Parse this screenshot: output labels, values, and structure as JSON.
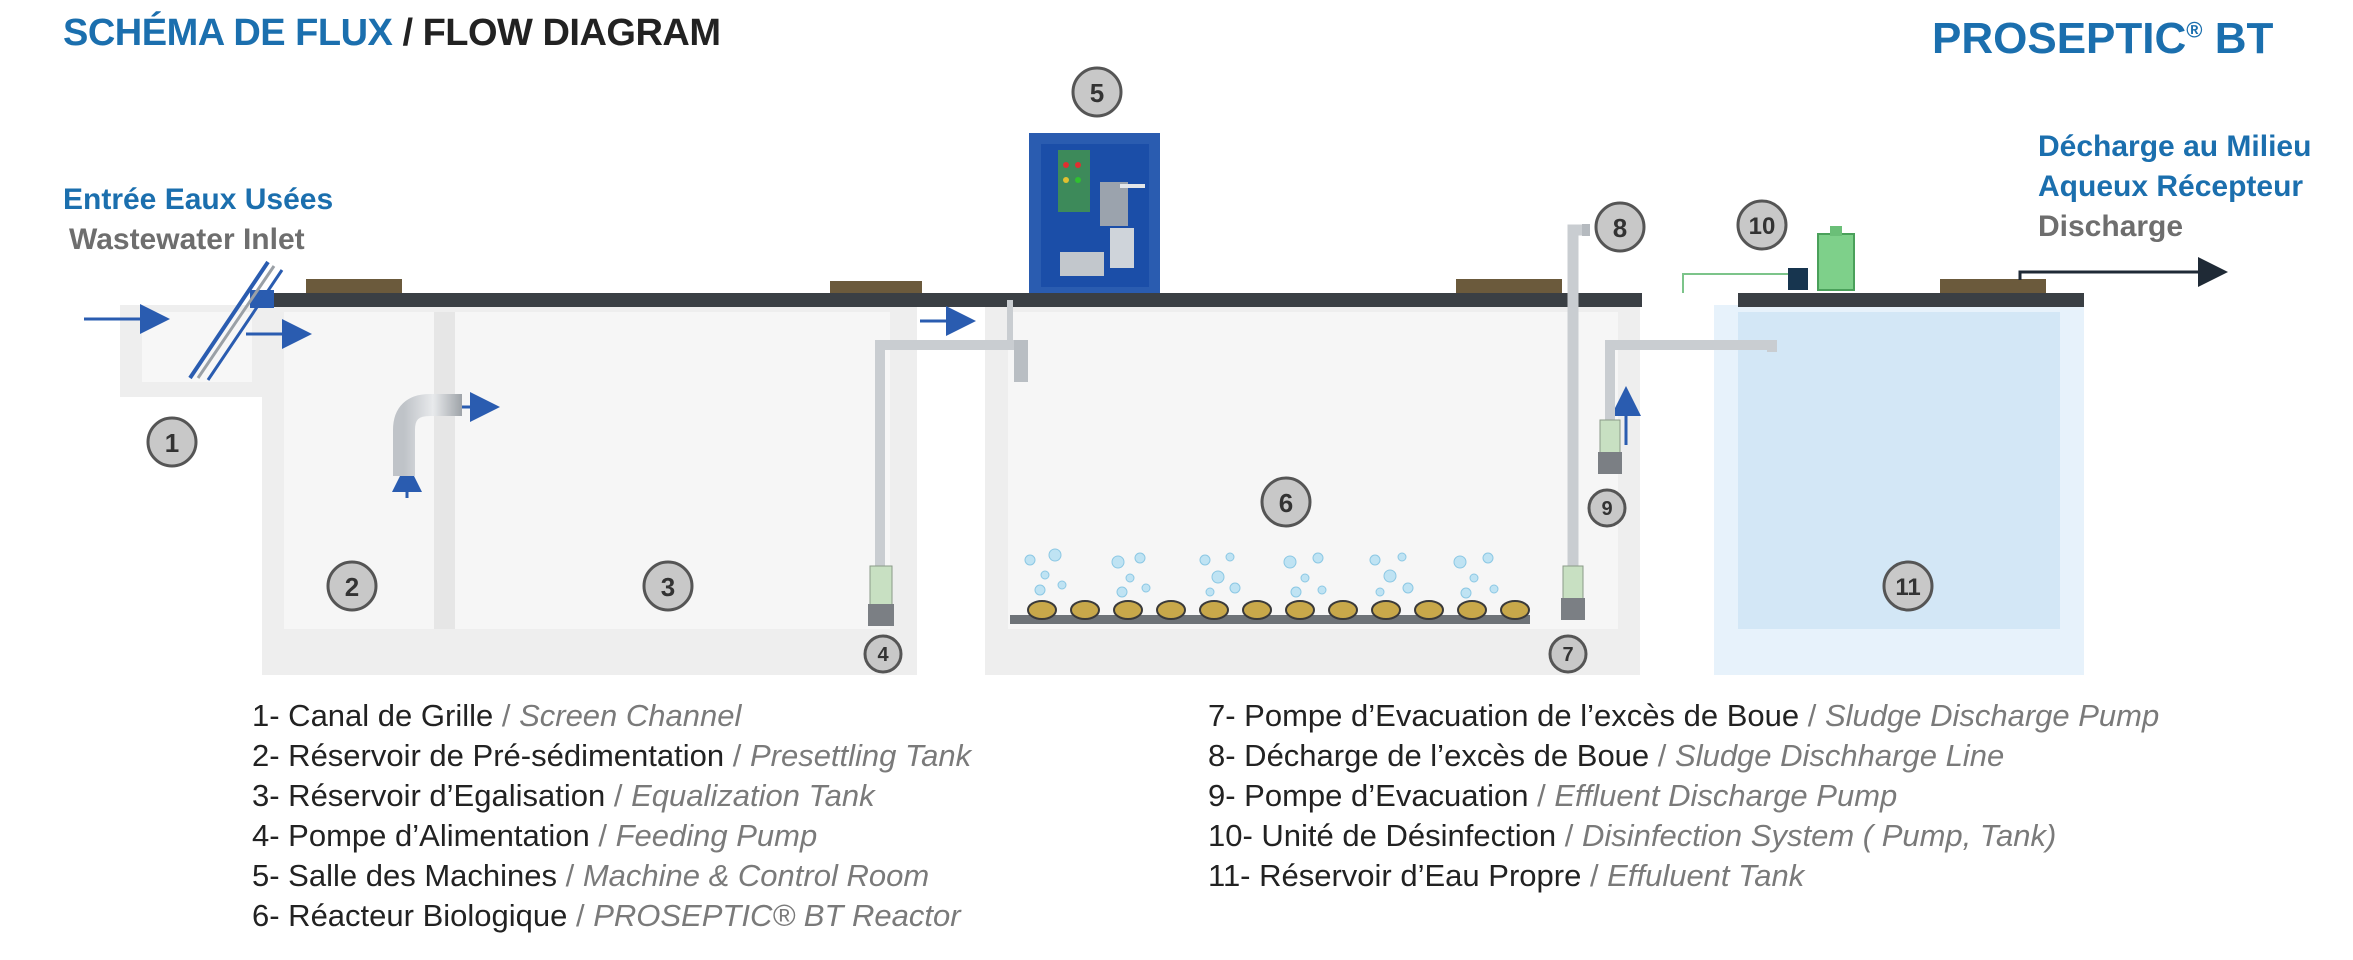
{
  "header": {
    "title_fr": "SCHÉMA DE FLUX",
    "title_sep": " / ",
    "title_en": "FLOW DIAGRAM",
    "brand": "PROSEPTIC",
    "brand_reg": "®",
    "brand_suffix": " BT"
  },
  "inlet": {
    "label_fr": "Entrée Eaux Usées",
    "label_en": "Wastewater Inlet"
  },
  "outlet": {
    "label_fr_1": "Décharge au Milieu",
    "label_fr_2": "Aqueux Récepteur",
    "label_en": "Discharge"
  },
  "badges": [
    "1",
    "2",
    "3",
    "4",
    "5",
    "6",
    "7",
    "8",
    "9",
    "10",
    "11"
  ],
  "legend_left": [
    {
      "fr": "1- Canal de Grille",
      "en": "Screen Channel"
    },
    {
      "fr": "2- Réservoir de Pré-sédimentation",
      "en": "Presettling Tank"
    },
    {
      "fr": "3- Réservoir d’Egalisation",
      "en": "Equalization Tank"
    },
    {
      "fr": "4- Pompe d’Alimentation",
      "en": "Feeding Pump"
    },
    {
      "fr": "5- Salle des Machines",
      "en": "Machine & Control Room"
    },
    {
      "fr": "6- Réacteur Biologique",
      "en": "PROSEPTIC® BT Reactor"
    }
  ],
  "legend_right": [
    {
      "fr": "7- Pompe d’Evacuation de l’excès de Boue",
      "en": "Sludge Discharge Pump"
    },
    {
      "fr": "8- Décharge de l’excès de Boue",
      "en": "Sludge Dischharge Line"
    },
    {
      "fr": "9- Pompe d’Evacuation",
      "en": "Effluent Discharge Pump"
    },
    {
      "fr": "10- Unité de Désinfection",
      "en": "Disinfection System ( Pump, Tank)"
    },
    {
      "fr": "11- Réservoir d’Eau Propre",
      "en": "Effuluent Tank"
    }
  ],
  "legend_separator": " / ",
  "colors": {
    "brand_blue": "#1b6fae",
    "tank_grey": "#eeeeee",
    "tank_blue": "#d6e9f7",
    "slab": "#3a3f44",
    "hatch": "#6b5a3c",
    "control_room": "#2a5cb0"
  }
}
